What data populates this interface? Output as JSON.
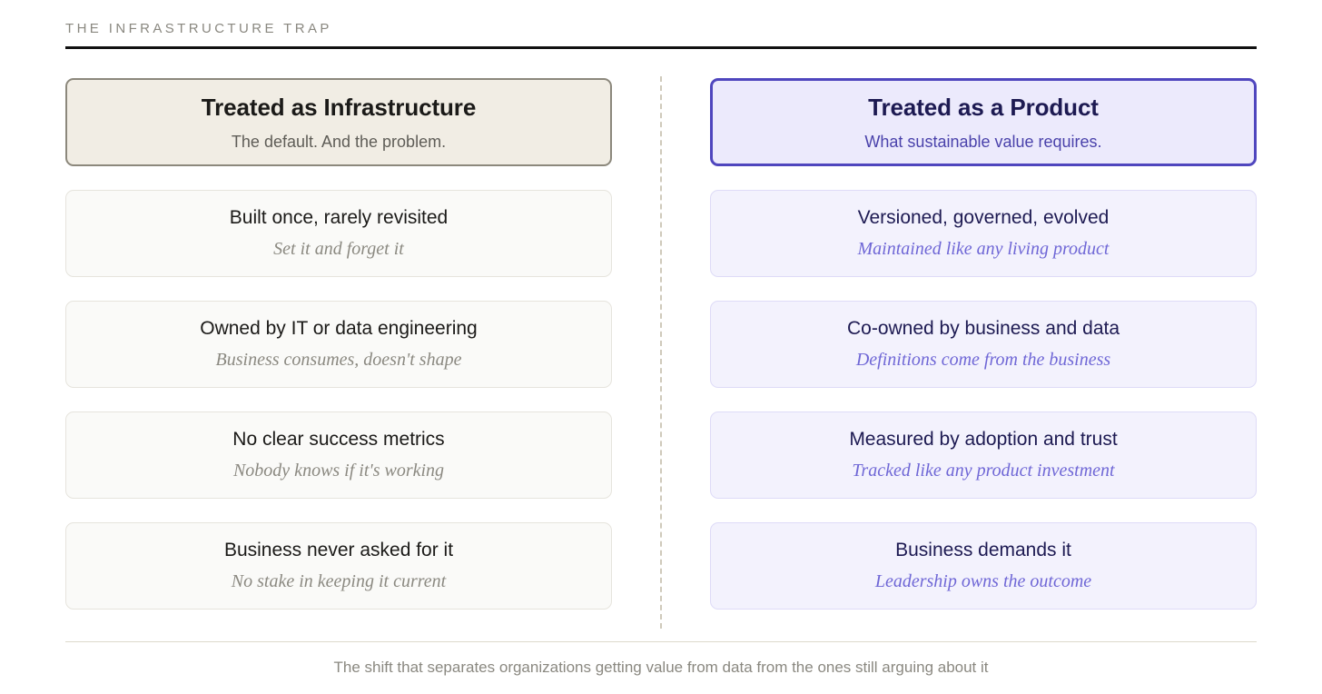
{
  "header": {
    "eyebrow": "THE INFRASTRUCTURE TRAP"
  },
  "colors": {
    "rule": "#111111",
    "accent_indigo": "#4f46be",
    "accent_indigo_text": "#1d1a52",
    "accent_indigo_sub": "#6f67d6",
    "left_head_bg": "#f1ede4",
    "left_head_border": "#8c887c",
    "left_item_bg": "#fafaf8",
    "right_head_bg": "#eceafc",
    "right_item_bg": "#f3f2fd",
    "muted_text": "#8a8880",
    "divider": "#cfcabb"
  },
  "left_column": {
    "head": {
      "title": "Treated as Infrastructure",
      "subtitle": "The default. And the problem."
    },
    "items": [
      {
        "title": "Built once, rarely revisited",
        "subtitle": "Set it and forget it"
      },
      {
        "title": "Owned by IT or data engineering",
        "subtitle": "Business consumes, doesn't shape"
      },
      {
        "title": "No clear success metrics",
        "subtitle": "Nobody knows if it's working"
      },
      {
        "title": "Business never asked for it",
        "subtitle": "No stake in keeping it current"
      }
    ]
  },
  "right_column": {
    "head": {
      "title": "Treated as a Product",
      "subtitle": "What sustainable value requires."
    },
    "items": [
      {
        "title": "Versioned, governed, evolved",
        "subtitle": "Maintained like any living product"
      },
      {
        "title": "Co-owned by business and data",
        "subtitle": "Definitions come from the business"
      },
      {
        "title": "Measured by adoption and trust",
        "subtitle": "Tracked like any product investment"
      },
      {
        "title": "Business demands it",
        "subtitle": "Leadership owns the outcome"
      }
    ]
  },
  "footer": {
    "caption": "The shift that separates organizations getting value from data from the ones still arguing about it"
  }
}
